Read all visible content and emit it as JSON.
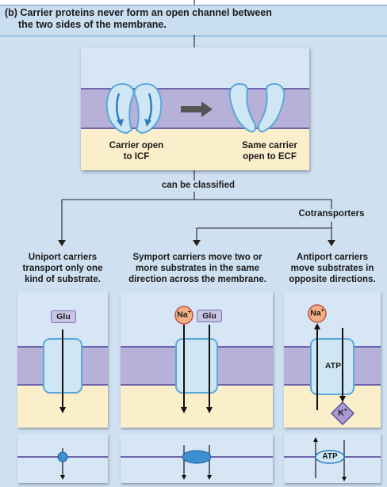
{
  "header": {
    "title_bold": "(b) Carrier proteins",
    "title_rest": " never form an open channel between",
    "title_line2": "the two sides of the membrane."
  },
  "top": {
    "left_caption": [
      "Carrier open",
      "to ICF"
    ],
    "right_caption": [
      "Same carrier",
      "open to ECF"
    ]
  },
  "labels": {
    "classified": "can be classified",
    "cotransporters": "Cotransporters"
  },
  "uniport": {
    "title_bold": "Uniport carriers",
    "lines": [
      "transport only one",
      "kind of substrate."
    ],
    "substrate": "Glu"
  },
  "symport": {
    "title_bold": "Symport carriers",
    "title_rest": " move two or",
    "lines": [
      "more substrates in the same",
      "direction across the membrane."
    ],
    "ion": "Na",
    "ion_sup": "+",
    "substrate": "Glu"
  },
  "antiport": {
    "title_bold": "Antiport carriers",
    "lines": [
      "move substrates in",
      "opposite directions."
    ],
    "ion_in": "Na",
    "ion_in_sup": "+",
    "ion_out": "K",
    "ion_out_sup": "+",
    "atp": "ATP",
    "atp_small": "ATP"
  },
  "colors": {
    "header_bg": "#c9def0",
    "panel_bg": "#cfe1f1",
    "membrane": "#b7b0d9",
    "icf": "#fbeecb",
    "carrier": "#cfe6f5",
    "carrier_edge": "#5aa7d8",
    "ion_fill": "#f4b183",
    "substrate_fill": "#c9c4e4",
    "k_fill": "#a99ad0"
  }
}
